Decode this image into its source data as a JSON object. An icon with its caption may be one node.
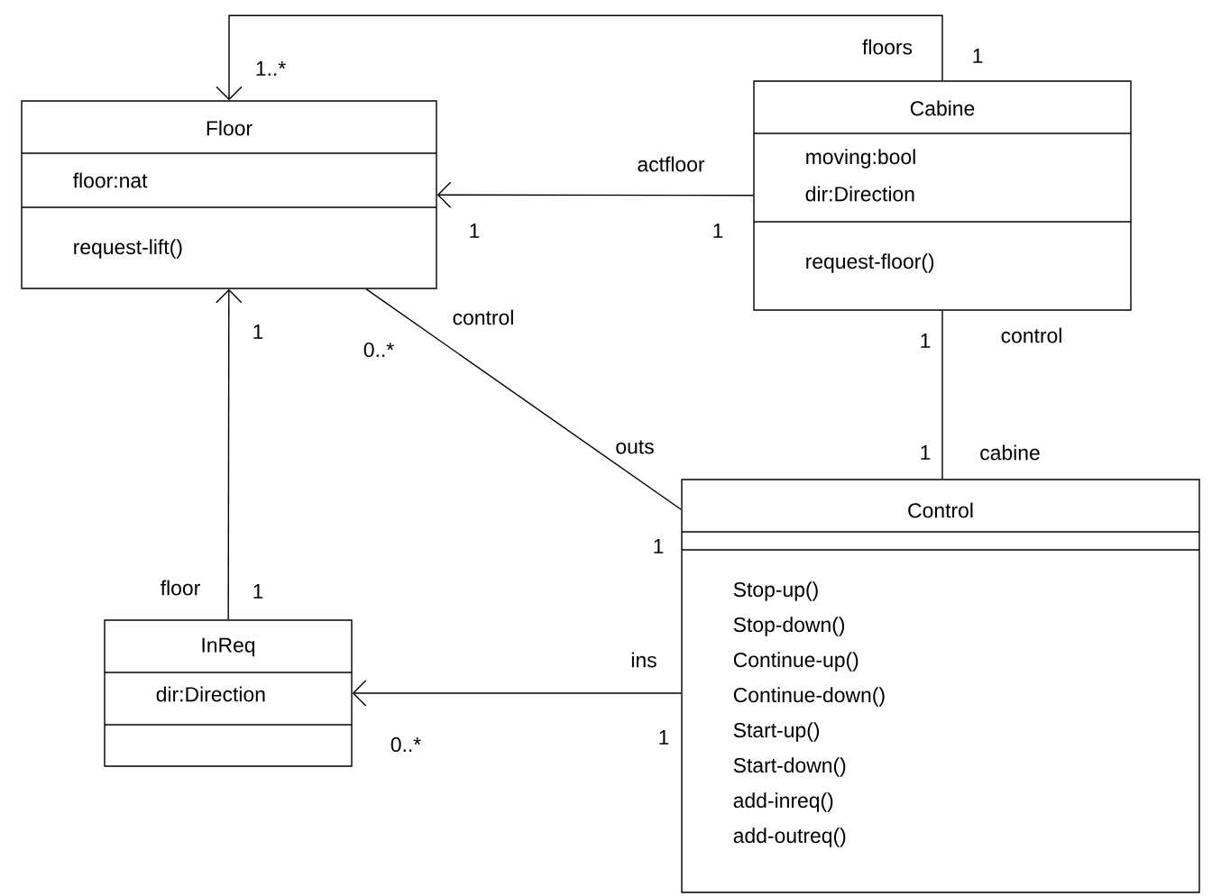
{
  "diagram": {
    "nodes": [
      {
        "text": [
          "Floor",
          "floor:nat",
          "request-lift()"
        ]
      },
      {
        "text": [
          "Cabine",
          "moving:bool",
          "dir:Direction",
          "request-floor()"
        ]
      },
      {
        "text": [
          "Control",
          "Stop-up()",
          "Stop-down()",
          "Continue-up()",
          "Continue-down()",
          "Start-up()",
          "Start-down()",
          "add-inreq()",
          "add-outreq()"
        ]
      },
      {
        "text": [
          "InReq",
          "dir:Direction"
        ]
      }
    ],
    "edges": [
      {
        "from": 1,
        "to": 0,
        "arrow": "to"
      },
      {
        "from": 1,
        "to": 0,
        "arrow": "to"
      },
      {
        "from": 0,
        "to": 2,
        "arrow": "none"
      },
      {
        "from": 1,
        "to": 2,
        "arrow": "none"
      },
      {
        "from": 3,
        "to": 0,
        "arrow": "to"
      },
      {
        "from": 2,
        "to": 3,
        "arrow": "to"
      }
    ],
    "labels": [
      "floors",
      "1",
      "1..*",
      "actfloor",
      "1",
      "1",
      "control",
      "1",
      "1",
      "control",
      "0..*",
      "outs",
      "1",
      "cabine",
      "1",
      "floor",
      "1",
      "ins",
      "1",
      "0..*"
    ]
  }
}
